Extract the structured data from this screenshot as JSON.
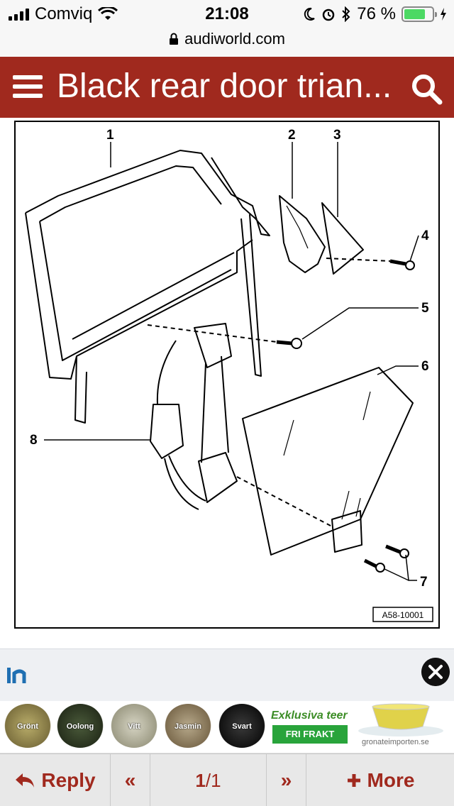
{
  "status_bar": {
    "carrier": "Comviq",
    "time": "21:08",
    "battery_percent": "76 %",
    "battery_level": 0.76
  },
  "url_bar": {
    "domain": "audiworld.com"
  },
  "header": {
    "title": "Black rear door trian..."
  },
  "diagram": {
    "callouts": [
      "1",
      "2",
      "3",
      "4",
      "5",
      "6",
      "7",
      "8"
    ],
    "figure_code": "A58-10001"
  },
  "ad": {
    "teas": [
      "Grönt",
      "Oolong",
      "Vitt",
      "Jasmin",
      "Svart"
    ],
    "headline": "Exklusiva teer",
    "cta": "FRI FRAKT",
    "domain": "gronateimporten.se"
  },
  "toolbar": {
    "reply_label": "Reply",
    "page_indicator_current": "1",
    "page_indicator_total": "/1",
    "more_label": "More"
  },
  "colors": {
    "brand": "#a0291e",
    "toolbar_bg": "#e8e8e8"
  }
}
